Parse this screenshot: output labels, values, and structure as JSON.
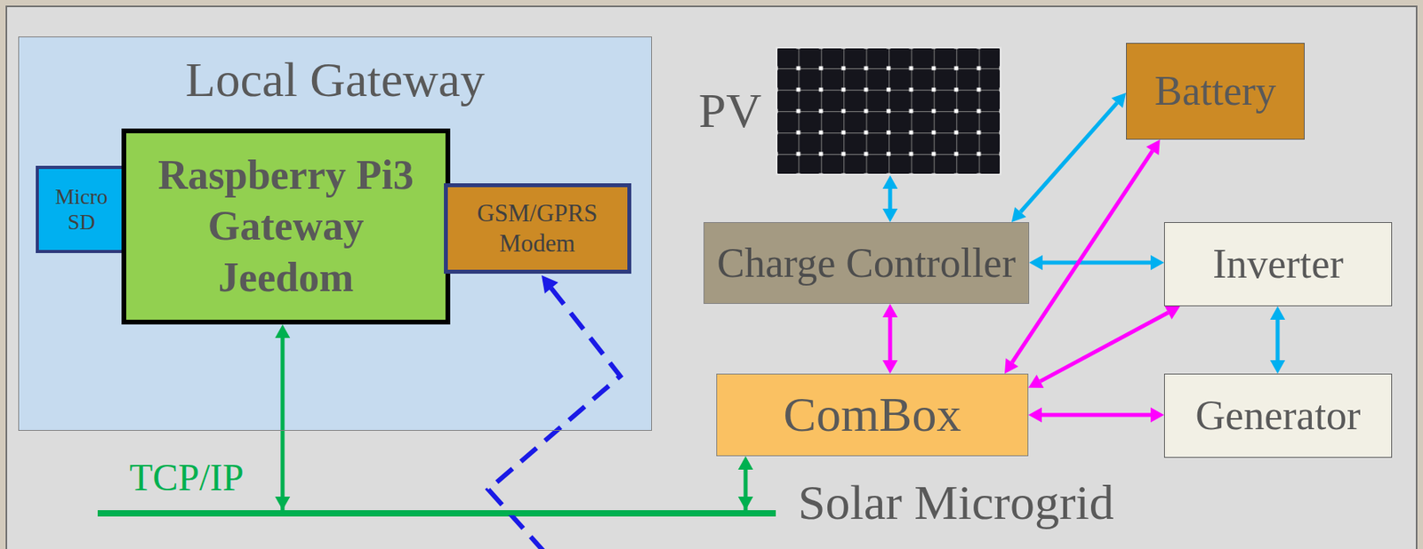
{
  "diagram": {
    "nodes": [
      {
        "text": [
          "Local Gateway"
        ]
      },
      {
        "text": [
          "Micro SD"
        ],
        "in": 0
      },
      {
        "text": [
          "Raspberry Pi3 Gateway Jeedom"
        ],
        "in": 0
      },
      {
        "text": [
          "GSM/GPRS Modem"
        ],
        "in": 0
      },
      {
        "text": [
          "PV"
        ]
      },
      {
        "text": [
          "Battery"
        ]
      },
      {
        "text": [
          "Charge Controller"
        ]
      },
      {
        "text": [
          "Inverter"
        ]
      },
      {
        "text": [
          "ComBox"
        ]
      },
      {
        "text": [
          "Generator"
        ]
      }
    ],
    "edges": [
      {
        "from": 2,
        "to": 8,
        "arrow": "both"
      },
      {
        "from": 4,
        "to": 6,
        "arrow": "both"
      },
      {
        "from": 6,
        "to": 5,
        "arrow": "both"
      },
      {
        "from": 6,
        "to": 7,
        "arrow": "both"
      },
      {
        "from": 6,
        "to": 8,
        "arrow": "both"
      },
      {
        "from": 5,
        "to": 8,
        "arrow": "both"
      },
      {
        "from": 7,
        "to": 8,
        "arrow": "both"
      },
      {
        "from": 8,
        "to": 9,
        "arrow": "both"
      },
      {
        "from": 7,
        "to": 9,
        "arrow": "both"
      }
    ],
    "labels": [
      "TCP/IP",
      "Solar Microgrid"
    ]
  }
}
